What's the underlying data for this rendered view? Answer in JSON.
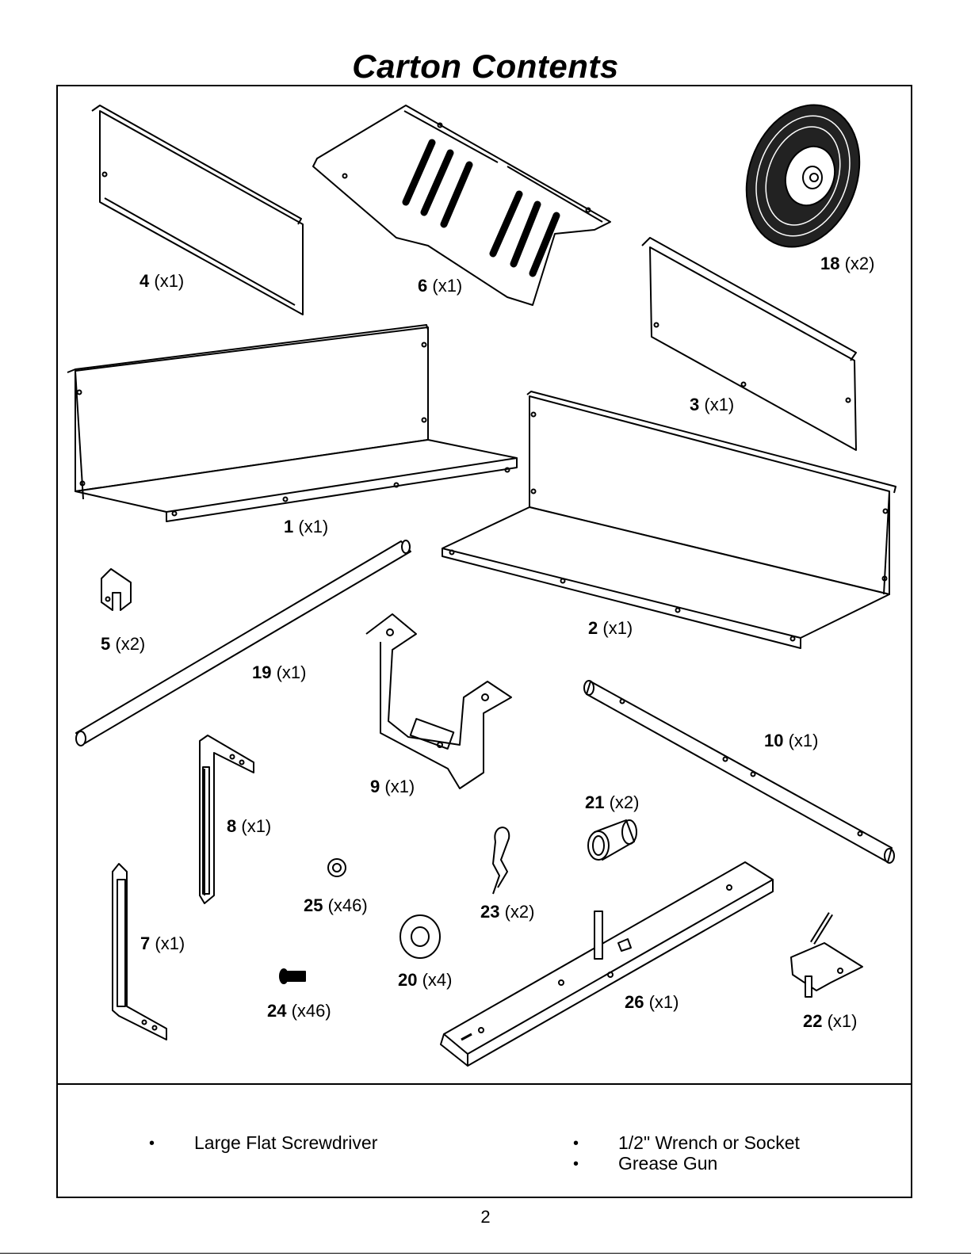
{
  "page": {
    "title": "Carton Contents",
    "page_number": "2"
  },
  "parts": [
    {
      "id": "4",
      "qty": "(x1)"
    },
    {
      "id": "6",
      "qty": "(x1)"
    },
    {
      "id": "18",
      "qty": "(x2)"
    },
    {
      "id": "3",
      "qty": "(x1)"
    },
    {
      "id": "1",
      "qty": "(x1)"
    },
    {
      "id": "2",
      "qty": "(x1)"
    },
    {
      "id": "5",
      "qty": "(x2)"
    },
    {
      "id": "19",
      "qty": "(x1)"
    },
    {
      "id": "9",
      "qty": "(x1)"
    },
    {
      "id": "10",
      "qty": "(x1)"
    },
    {
      "id": "8",
      "qty": "(x1)"
    },
    {
      "id": "21",
      "qty": "(x2)"
    },
    {
      "id": "25",
      "qty": "(x46)"
    },
    {
      "id": "23",
      "qty": "(x2)"
    },
    {
      "id": "7",
      "qty": "(x1)"
    },
    {
      "id": "20",
      "qty": "(x4)"
    },
    {
      "id": "24",
      "qty": "(x46)"
    },
    {
      "id": "26",
      "qty": "(x1)"
    },
    {
      "id": "22",
      "qty": "(x1)"
    }
  ],
  "tools": {
    "bullet": "•",
    "left": [
      "Large Flat Screwdriver"
    ],
    "right": [
      "1/2\" Wrench or Socket",
      "Grease Gun"
    ]
  }
}
